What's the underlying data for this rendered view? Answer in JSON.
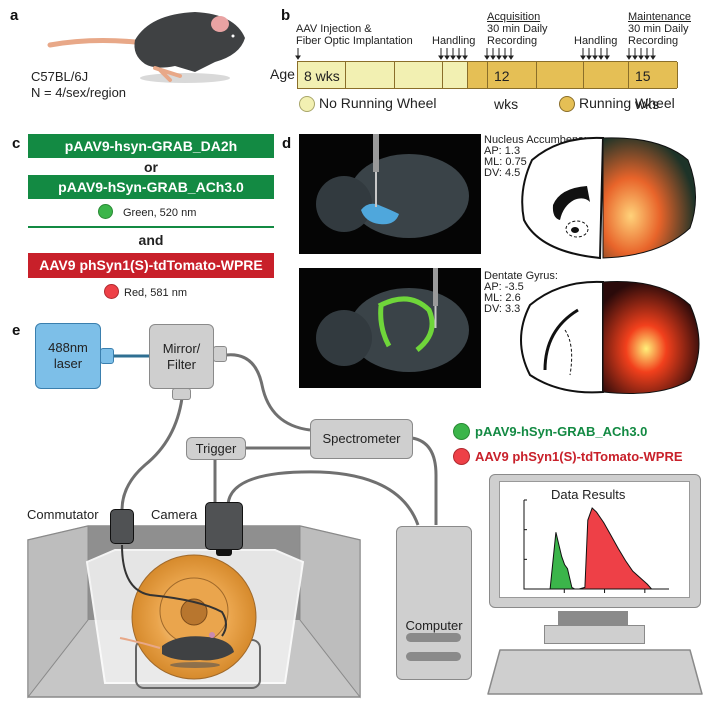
{
  "panels": {
    "a": {
      "letter": "a",
      "strain": "C57BL/6J",
      "sample_size": "N = 4/sex/region"
    },
    "b": {
      "letter": "b",
      "axis_label": "Age",
      "annotations": [
        {
          "heading": "",
          "lines": [
            "AAV Injection &",
            "Fiber Optic Implantation"
          ],
          "arrows": 1
        },
        {
          "heading": "",
          "lines": [
            "Handling"
          ],
          "arrows": 5
        },
        {
          "heading": "Acquisition",
          "lines": [
            "30 min Daily",
            "Recording"
          ],
          "arrows": 5
        },
        {
          "heading": "",
          "lines": [
            "Handling"
          ],
          "arrows": 5
        },
        {
          "heading": "Maintenance",
          "lines": [
            "30 min Daily",
            "Recording"
          ],
          "arrows": 5
        }
      ],
      "segments": [
        {
          "label": "8 wks",
          "phase": "light"
        },
        {
          "label": "",
          "phase": "light"
        },
        {
          "label": "",
          "phase": "light"
        },
        {
          "label": "",
          "phase": "light"
        },
        {
          "label": "",
          "phase": "dark"
        },
        {
          "label": "12 wks",
          "phase": "dark"
        },
        {
          "label": "",
          "phase": "dark"
        },
        {
          "label": "",
          "phase": "dark"
        },
        {
          "label": "15 wks",
          "phase": "dark"
        }
      ],
      "legend": [
        {
          "label": "No Running Wheel",
          "color": "#f2f0b2"
        },
        {
          "label": "Running Wheel",
          "color": "#e5bf55"
        }
      ]
    },
    "c": {
      "letter": "c",
      "green_constructs": [
        "pAAV9-hsyn-GRAB_DA2h",
        "pAAV9-hSyn-GRAB_ACh3.0"
      ],
      "or_label": "or",
      "green_channel": "Green, 520 nm",
      "and_label": "and",
      "red_construct": "AAV9 phSyn1(S)-tdTomato-WPRE",
      "red_channel": "Red, 581 nm",
      "colors": {
        "green": "#138a43",
        "red": "#c8202a",
        "green_dot": "#3bb54a",
        "red_dot": "#ee4047"
      }
    },
    "d": {
      "letter": "d",
      "regions": [
        {
          "name": "Nucleus Accumbens:",
          "coords": [
            "AP: 1.3",
            "ML: 0.75",
            "DV: 4.5"
          ],
          "highlight_color": "#4fa7dc"
        },
        {
          "name": "Dentate Gyrus:",
          "coords": [
            "AP: -3.5",
            "ML:  2.6",
            "DV:  3.3"
          ],
          "highlight_color": "#6fd63a"
        }
      ]
    },
    "e": {
      "letter": "e",
      "laser": {
        "line1": "488nm",
        "line2": "laser",
        "color": "#7dbfe8"
      },
      "mirror": {
        "line1": "Mirror/",
        "line2": "Filter"
      },
      "trigger": "Trigger",
      "spectrometer": "Spectrometer",
      "commutator": "Commutator",
      "camera": "Camera",
      "computer": "Computer",
      "legend": [
        {
          "label": "pAAV9-hSyn-GRAB_ACh3.0",
          "color": "#138a43",
          "dot": "#3bb54a"
        },
        {
          "label": "AAV9 phSyn1(S)-tdTomato-WPRE",
          "color": "#c8202a",
          "dot": "#ee4047"
        }
      ],
      "monitor_title": "Data Results"
    }
  },
  "chart_data": {
    "type": "area",
    "title": "Data Results",
    "xlabel": "",
    "ylabel": "",
    "x_ticks": 3,
    "y_ticks": 3,
    "series": [
      {
        "name": "Green, 520 nm",
        "color": "#3bb54a",
        "x": [
          0,
          0.18,
          0.2,
          0.22,
          0.24,
          0.26,
          0.28,
          0.3,
          0.33,
          0.35
        ],
        "y": [
          0,
          0,
          0.35,
          0.7,
          0.55,
          0.4,
          0.3,
          0.25,
          0.02,
          0
        ]
      },
      {
        "name": "Red, 581 nm",
        "color": "#ee4047",
        "x": [
          0.38,
          0.42,
          0.44,
          0.47,
          0.5,
          0.55,
          0.6,
          0.65,
          0.7,
          0.75,
          0.8,
          0.85,
          0.88
        ],
        "y": [
          0,
          0.02,
          0.85,
          1.0,
          0.95,
          0.82,
          0.66,
          0.5,
          0.35,
          0.22,
          0.14,
          0.06,
          0
        ]
      }
    ]
  }
}
